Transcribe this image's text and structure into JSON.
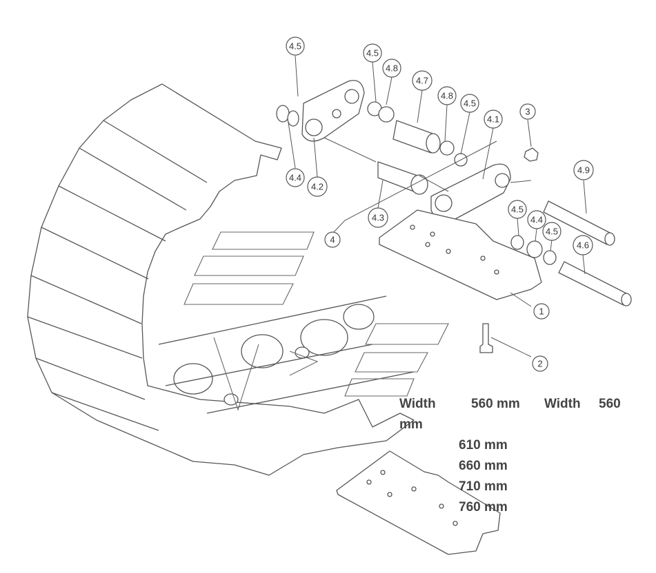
{
  "callouts": [
    {
      "id": "c-4-5-top",
      "label": "4.5"
    },
    {
      "id": "c-4-5-a",
      "label": "4.5"
    },
    {
      "id": "c-4-8-a",
      "label": "4.8"
    },
    {
      "id": "c-4-7",
      "label": "4.7"
    },
    {
      "id": "c-4-8-b",
      "label": "4.8"
    },
    {
      "id": "c-4-5-b",
      "label": "4.5"
    },
    {
      "id": "c-4-1",
      "label": "4.1"
    },
    {
      "id": "c-3",
      "label": "3"
    },
    {
      "id": "c-4-4-left",
      "label": "4.4"
    },
    {
      "id": "c-4-2",
      "label": "4.2"
    },
    {
      "id": "c-4-9",
      "label": "4.9"
    },
    {
      "id": "c-4-3",
      "label": "4.3"
    },
    {
      "id": "c-4",
      "label": "4"
    },
    {
      "id": "c-4-5-c",
      "label": "4.5"
    },
    {
      "id": "c-4-4-right",
      "label": "4.4"
    },
    {
      "id": "c-4-5-d",
      "label": "4.5"
    },
    {
      "id": "c-4-6",
      "label": "4.6"
    },
    {
      "id": "c-1",
      "label": "1"
    },
    {
      "id": "c-2",
      "label": "2"
    }
  ],
  "widths": {
    "row1": {
      "label_a": "Width",
      "value_a": "560 mm",
      "label_b": "Width",
      "value_b": "560"
    },
    "row2": "mm",
    "options": [
      "610 mm",
      "660 mm",
      "710 mm",
      "760 mm"
    ]
  },
  "colors": {
    "line": "#555555",
    "fill": "#ffffff",
    "text": "#444444"
  }
}
